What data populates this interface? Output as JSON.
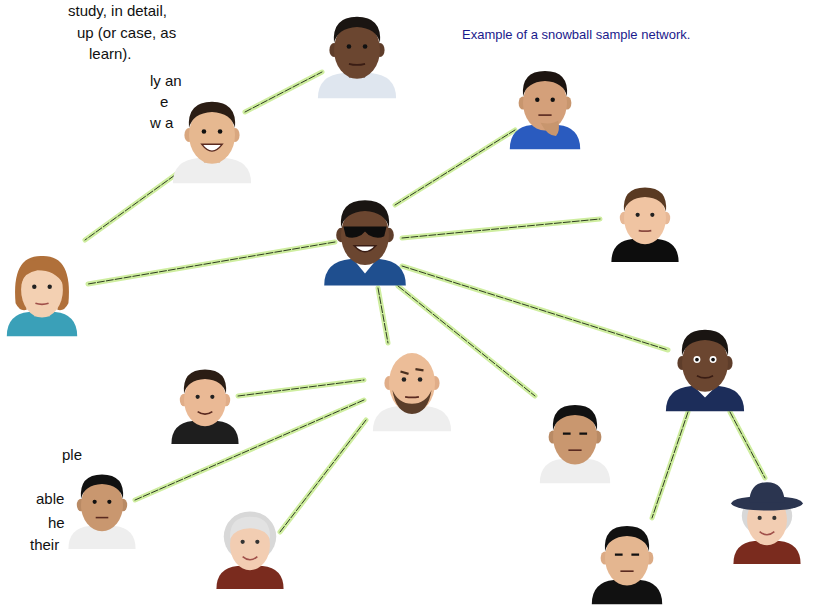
{
  "diagram": {
    "caption": "Example of a snowball sample network.",
    "labels": [
      "study, in detail,",
      "up (or case, as",
      "learn).",
      "ly an",
      "e",
      "w a",
      "ple",
      "able",
      "he",
      "their"
    ]
  }
}
